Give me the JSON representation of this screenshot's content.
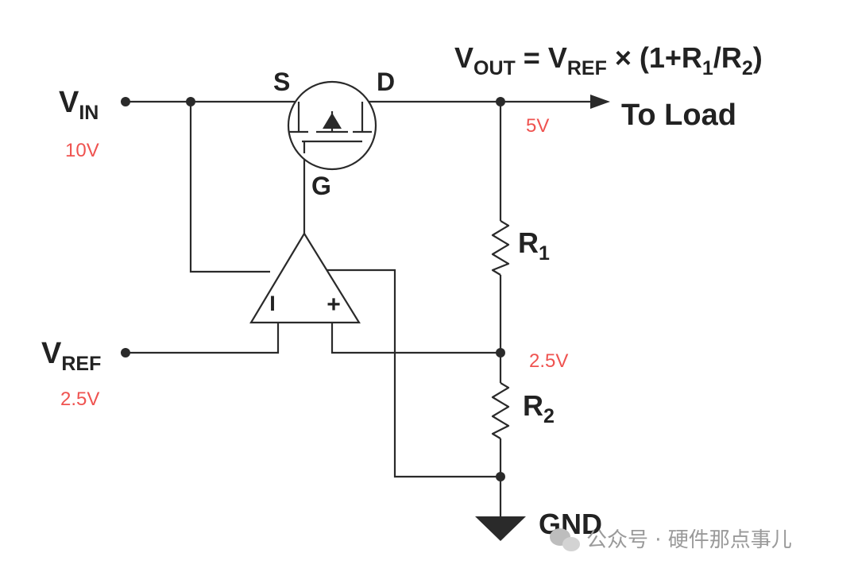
{
  "formula": {
    "lhs_main": "V",
    "lhs_sub": "OUT",
    "eq": " = ",
    "ref_main": "V",
    "ref_sub": "REF",
    "mid": " × (1+R",
    "r1_sub": "1",
    "slash": "/R",
    "r2_sub": "2",
    "close": ")"
  },
  "nodes": {
    "vin": {
      "main": "V",
      "sub": "IN",
      "voltage": "10V"
    },
    "vref": {
      "main": "V",
      "sub": "REF",
      "voltage": "2.5V"
    },
    "vout_voltage": "5V",
    "mid_voltage": "2.5V",
    "gnd": "GND",
    "to_load": "To Load"
  },
  "mosfet": {
    "source": "S",
    "drain": "D",
    "gate": "G"
  },
  "opamp": {
    "inverting": "I",
    "noninverting": "+"
  },
  "resistors": {
    "r1": {
      "main": "R",
      "sub": "1"
    },
    "r2": {
      "main": "R",
      "sub": "2"
    }
  },
  "watermark": "公众号 · 硬件那点事儿",
  "colors": {
    "wire": "#2a2a2a",
    "voltage": "#ef5350",
    "text": "#222222"
  }
}
